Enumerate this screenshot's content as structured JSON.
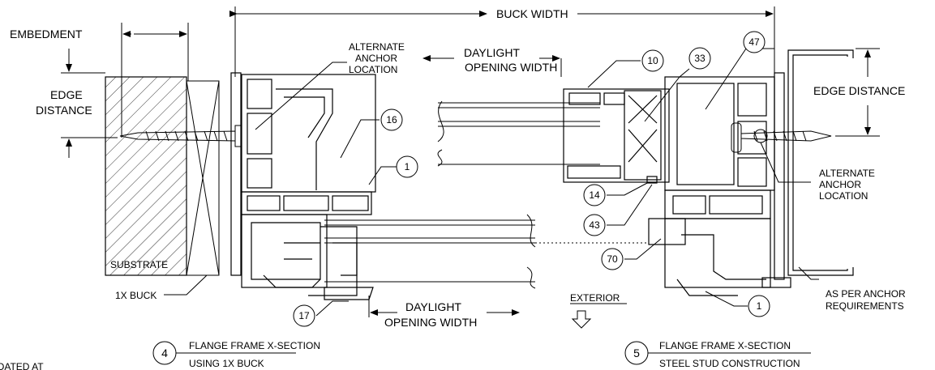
{
  "labels": {
    "buck_width": "BUCK WIDTH",
    "embedment": "EMBEDMENT",
    "edge_distance_left_1": "EDGE",
    "edge_distance_left_2": "DISTANCE",
    "edge_distance_right": "EDGE DISTANCE",
    "alt_anchor_left_1": "ALTERNATE",
    "alt_anchor_left_2": "ANCHOR",
    "alt_anchor_left_3": "LOCATION",
    "alt_anchor_right_1": "ALTERNATE",
    "alt_anchor_right_2": "ANCHOR",
    "alt_anchor_right_3": "LOCATION",
    "daylight_top_1": "DAYLIGHT",
    "daylight_top_2": "OPENING WIDTH",
    "daylight_bottom_1": "DAYLIGHT",
    "daylight_bottom_2": "OPENING WIDTH",
    "substrate": "SUBSTRATE",
    "buck_1x": "1X BUCK",
    "exterior": "EXTERIOR",
    "anchor_req_1": "AS PER ANCHOR",
    "anchor_req_2": "REQUIREMENTS",
    "cut_off_note": "OATED AT"
  },
  "callouts": {
    "c16": "16",
    "c1_top": "1",
    "c17": "17",
    "c10": "10",
    "c33": "33",
    "c47": "47",
    "c14": "14",
    "c43": "43",
    "c70": "70",
    "c1_bottom": "1"
  },
  "sections": [
    {
      "number": "4",
      "title": "FLANGE FRAME X-SECTION",
      "subtitle": "USING 1X BUCK"
    },
    {
      "number": "5",
      "title": "FLANGE FRAME X-SECTION",
      "subtitle": "STEEL STUD CONSTRUCTION"
    }
  ]
}
